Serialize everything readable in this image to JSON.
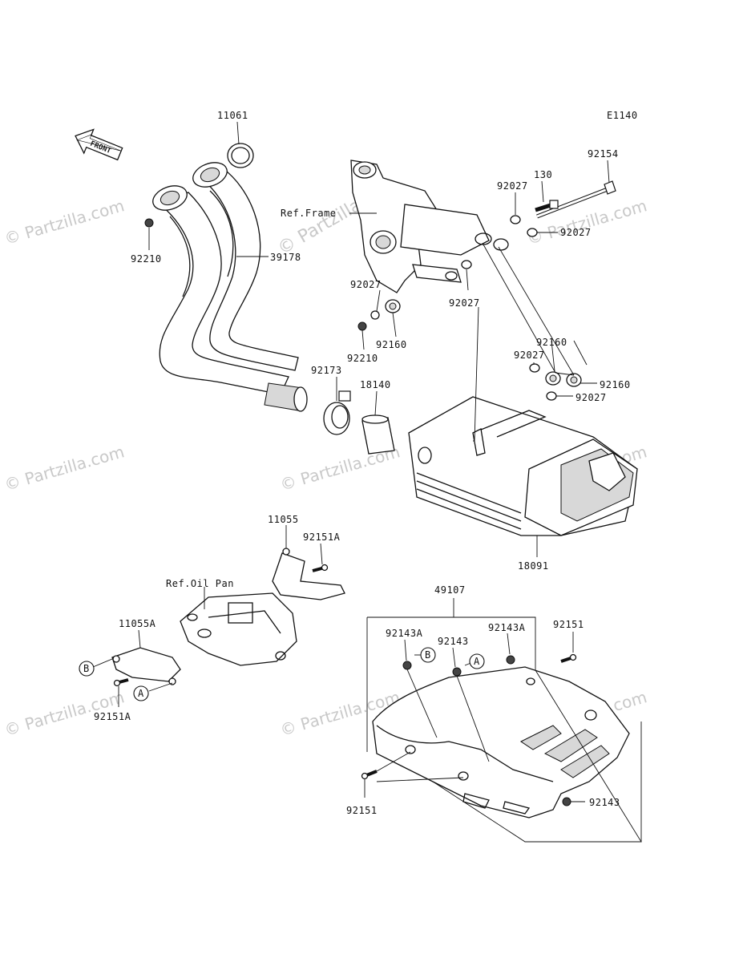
{
  "diagram_code": "E1140",
  "front_label": "FRONT",
  "watermark": "© Partzilla.com",
  "callouts": {
    "gasket": "11061",
    "exhaust_pipe": "39178",
    "nut_pipe": "92210",
    "ref_frame": "Ref.Frame",
    "bolt_long": "92154",
    "bolt_short": "130",
    "collar_92027_a": "92027",
    "collar_92027_b": "92027",
    "collar_92027_c": "92027",
    "collar_92027_d": "92027",
    "collar_92027_e": "92027",
    "collar_92027_f": "92027",
    "damper_92160_a": "92160",
    "damper_92160_b": "92160",
    "damper_92160_c": "92160",
    "nut_92210_b": "92210",
    "clamp": "92173",
    "gasket_18140": "18140",
    "muffler": "18091",
    "bracket_11055": "11055",
    "bolt_92151A_top": "92151A",
    "ref_oil_pan": "Ref.Oil Pan",
    "bracket_11055A": "11055A",
    "bolt_92151A_bottom": "92151A",
    "cover": "49107",
    "grommet_92143A_left": "92143A",
    "grommet_92143": "92143",
    "grommet_92143A_right": "92143A",
    "bolt_92151_right": "92151",
    "grommet_92143_bottom": "92143",
    "bolt_92151_left": "92151",
    "marker_a": "A",
    "marker_b": "B"
  }
}
